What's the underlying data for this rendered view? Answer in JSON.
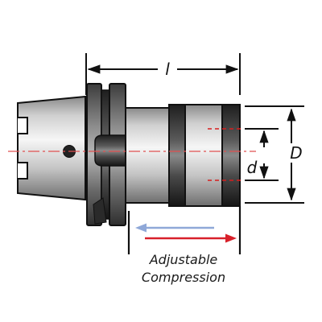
{
  "dimensions": {
    "length_label": "l",
    "outer_diameter_label": "D",
    "inner_diameter_label": "d"
  },
  "caption": {
    "line1": "Adjustable",
    "line2": "Compression"
  },
  "colors": {
    "centerline": "#e05050",
    "arrow_blue": "#8fa8d8",
    "arrow_red": "#d8202a",
    "bore_dash": "#d81e1e",
    "outline": "#111111"
  },
  "icons": {
    "length_dimension": "double-headed-arrow",
    "compression_left": "left-arrow",
    "compression_right": "right-arrow"
  }
}
